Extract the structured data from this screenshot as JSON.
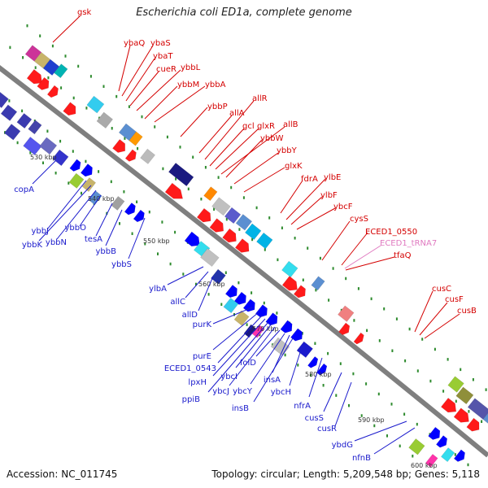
{
  "title": "Escherichia coli ED1a, complete genome",
  "footer": {
    "accession": "Accession: NC_011745",
    "topology": "Topology: circular; Length: 5,209,548 bp; Genes: 5,118"
  },
  "colors": {
    "forward_label": "#d40000",
    "reverse_label": "#1a1acc",
    "rna_label": "#e07ac0",
    "backbone": "#888888",
    "tick": "#2e8b2e"
  },
  "scale_labels": [
    "530 kbp",
    "540 kbp",
    "550 kbp",
    "560 kbp",
    "570 kbp",
    "580 kbp",
    "590 kbp",
    "600 kbp"
  ],
  "forward_genes": [
    "gsk",
    "ybaQ",
    "ybaS",
    "ybaT",
    "cueR",
    "ybbL",
    "ybbM",
    "ybbA",
    "ybbP",
    "allA",
    "allR",
    "gcl",
    "glxR",
    "allB",
    "ybbW",
    "ybbY",
    "glxK",
    "fdrA",
    "ylbE",
    "ylbF",
    "ybcF",
    "cysS",
    "ECED1_0550",
    "tfaQ",
    "cusC",
    "cusF",
    "cusB"
  ],
  "rna_genes": [
    "ECED1_tRNA7"
  ],
  "reverse_genes": [
    "copA",
    "ybbJ",
    "ybbK",
    "ybbN",
    "ybbO",
    "tesA",
    "ybbB",
    "ybbS",
    "ylbA",
    "allC",
    "allD",
    "purK",
    "purE",
    "ECED1_0543",
    "lpxH",
    "ppiB",
    "ybcI",
    "ybcJ",
    "folD",
    "ybcY",
    "insA",
    "insB",
    "ybcH",
    "nfrA",
    "cusS",
    "cusR",
    "ybdG",
    "nfnB"
  ]
}
